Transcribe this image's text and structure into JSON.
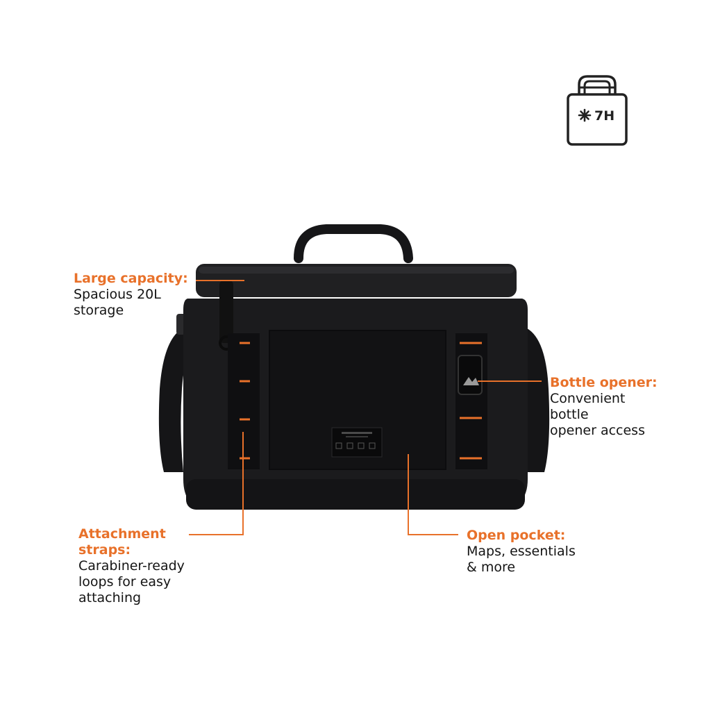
{
  "badge": {
    "icon": "insulated-bag-snowflake-icon",
    "label": "7H"
  },
  "callouts": {
    "large_capacity": {
      "title": "Large capacity:",
      "lines": [
        "Spacious 20L",
        "storage"
      ]
    },
    "bottle_opener": {
      "title": "Bottle opener:",
      "lines": [
        "Convenient",
        "bottle",
        "opener access"
      ]
    },
    "attachment_straps": {
      "title_lines": [
        "Attachment",
        "straps:"
      ],
      "lines": [
        "Carabiner-ready",
        "loops for easy",
        "attaching"
      ]
    },
    "open_pocket": {
      "title": "Open pocket:",
      "lines": [
        "Maps, essentials",
        "& more"
      ]
    }
  },
  "colors": {
    "accent": "#e8712a",
    "text": "#141414",
    "bag": "#1c1c1e",
    "background": "#ffffff"
  }
}
